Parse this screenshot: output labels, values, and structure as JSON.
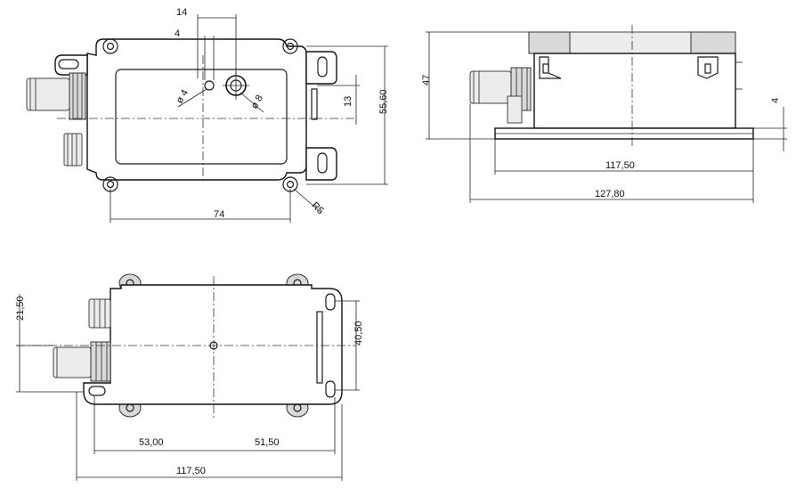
{
  "views": {
    "top": {
      "dim_14": "14",
      "dim_4": "4",
      "dim_hole_small": "ø 4",
      "dim_hole_large": "ø 8",
      "dim_13": "13",
      "dim_55_60": "55,60",
      "dim_74": "74",
      "dim_r5": "R5"
    },
    "side": {
      "dim_47": "47",
      "dim_4": "4",
      "dim_117_50": "117,50",
      "dim_127_80": "127,80"
    },
    "bottom": {
      "dim_21_50": "21,50",
      "dim_40_50": "40,50",
      "dim_53_00": "53,00",
      "dim_51_50": "51,50",
      "dim_117_50": "117,50"
    }
  },
  "colors": {
    "line": "#111111",
    "fill_gray": "#d9d9d9"
  }
}
